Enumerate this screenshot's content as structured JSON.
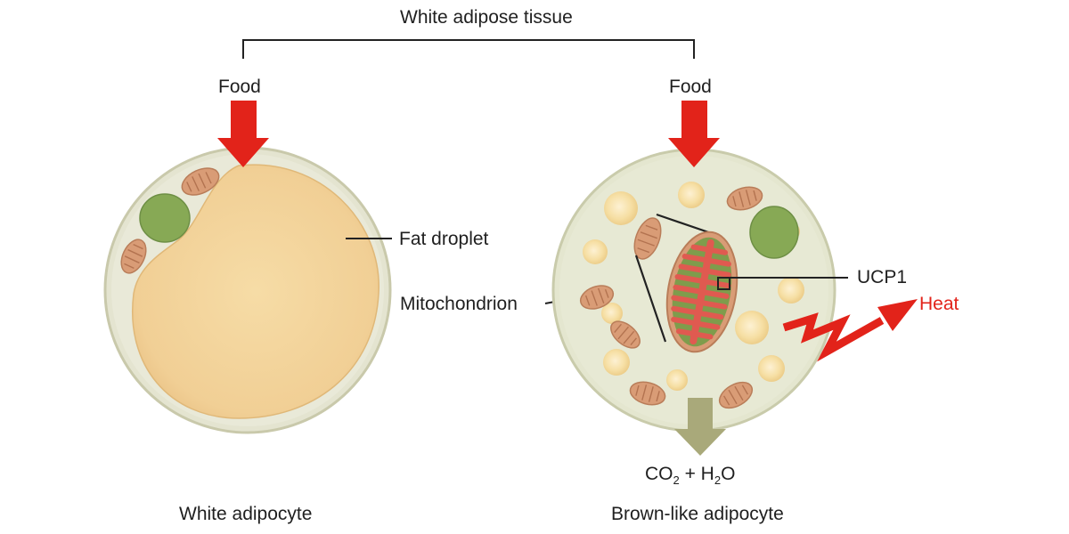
{
  "title": "White adipose tissue",
  "left_cell": {
    "food_label": "Food",
    "caption": "White adipocyte",
    "fat_droplet_label": "Fat droplet"
  },
  "right_cell": {
    "food_label": "Food",
    "caption": "Brown-like adipocyte",
    "mitochondrion_label": "Mitochondrion",
    "ucp1_label": "UCP1",
    "heat_label": "Heat",
    "output_label": {
      "co": "CO",
      "co_sub": "2",
      "plus_h": " + H",
      "h_sub": "2",
      "o": "O"
    }
  },
  "colors": {
    "food_arrow": "#e2231a",
    "heat_arrow": "#e2231a",
    "output_arrow": "#a9a97a",
    "fat": "#f3d39c",
    "cytoplasm": "#e6e8d2",
    "nucleus": "#8aab58",
    "mitochondrion": "#d99c76",
    "cristae": "#e05a50"
  }
}
